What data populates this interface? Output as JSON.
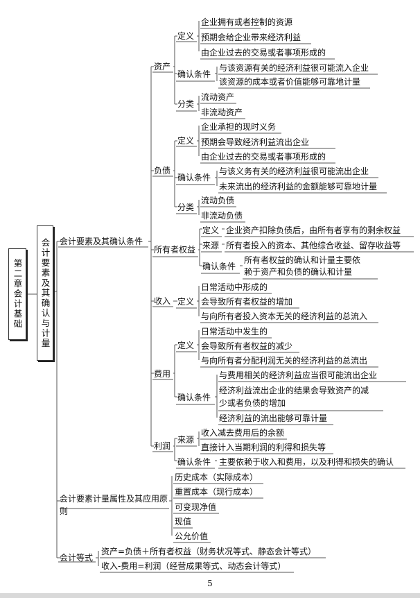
{
  "chapter_title": "第二章会计基础",
  "section_title": "会计要素及其确认与计量",
  "branches": {
    "b1": "会计要素及其确认条件",
    "b2": "会计要素计量属性及其应用原则",
    "b3": "会计等式"
  },
  "elements": {
    "asset": "资产",
    "liability": "负债",
    "equity": "所有者权益",
    "income": "收入",
    "expense": "费用",
    "profit": "利润"
  },
  "labels": {
    "definition": "定义",
    "recognition": "确认条件",
    "classification": "分类",
    "source": "来源"
  },
  "asset": {
    "def": [
      "企业拥有或者控制的资源",
      "预期会给企业带来经济利益",
      "由企业过去的交易或者事项形成的"
    ],
    "recog": [
      "与该资源有关的经济利益很可能流入企业",
      "该资源的成本或者价值能够可靠地计量"
    ],
    "class": [
      "流动资产",
      "非流动资产"
    ]
  },
  "liability": {
    "def": [
      "企业承担的现时义务",
      "预期会导致经济利益流出企业",
      "由企业过去的交易或者事项形成的"
    ],
    "recog": [
      "与该义务有关的经济利益很可能流出企业",
      "未来流出的经济利益的金额能够可靠地计量"
    ],
    "class": [
      "流动负债",
      "非流动负债"
    ]
  },
  "equity": {
    "def": "企业资产扣除负债后，由所有者享有的剩余权益",
    "source": "所有者投入的资本、其他综合收益、留存收益等",
    "recog_1": "所有者权益的确认和计量主要依",
    "recog_2": "赖于资产和负债的确认和计量"
  },
  "income": {
    "def": [
      "日常活动中形成的",
      "会导致所有者权益的增加",
      "与向所有者投入资本无关的经济利益的总流入"
    ]
  },
  "expense": {
    "def": [
      "日常活动中发生的",
      "会导致所有者权益的减少",
      "与向所有者分配利润无关的经济利益的总流出"
    ],
    "recog_1": "与费用相关的经济利益应当很可能流出企业",
    "recog_2a": "经济利益流出企业的结果会导致资产的减",
    "recog_2b": "少或者负债的增加",
    "recog_3": "经济利益的流出能够可靠计量"
  },
  "profit": {
    "source": [
      "收入减去费用后的余额",
      "直接计入当期利润的利得和损失等"
    ],
    "recog": "主要依赖于收入和费用，以及利得和损失的确认"
  },
  "measurement": [
    "历史成本（实际成本）",
    "重置成本（现行成本）",
    "可变现净值",
    "现值",
    "公允价值"
  ],
  "equations": [
    "资产=负债＋所有者权益（财务状况等式、静态会计等式）",
    "收入-费用=利润（经营成果等式、动态会计等式）"
  ],
  "page_number": "5"
}
